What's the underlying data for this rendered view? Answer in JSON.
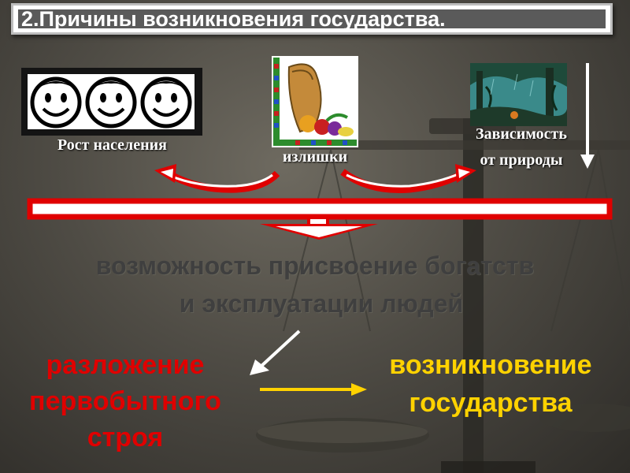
{
  "title": "2.Причины возникновения государства.",
  "causes": {
    "population": "Рост населения",
    "surplus": "излишки",
    "nature_line1": "Зависимость",
    "nature_line2": "от природы"
  },
  "opportunity": {
    "line1": "возможность присвоение богатств",
    "line2": "и эксплуатации людей"
  },
  "result_left": {
    "line1": "разложение",
    "line2": "первобытного",
    "line3": "строя"
  },
  "result_right": {
    "line1": "возникновение",
    "line2": "государства"
  },
  "colors": {
    "red": "#e00000",
    "yellow": "#ffd200",
    "gray_text": "#3f3f3f",
    "white": "#ffffff"
  }
}
